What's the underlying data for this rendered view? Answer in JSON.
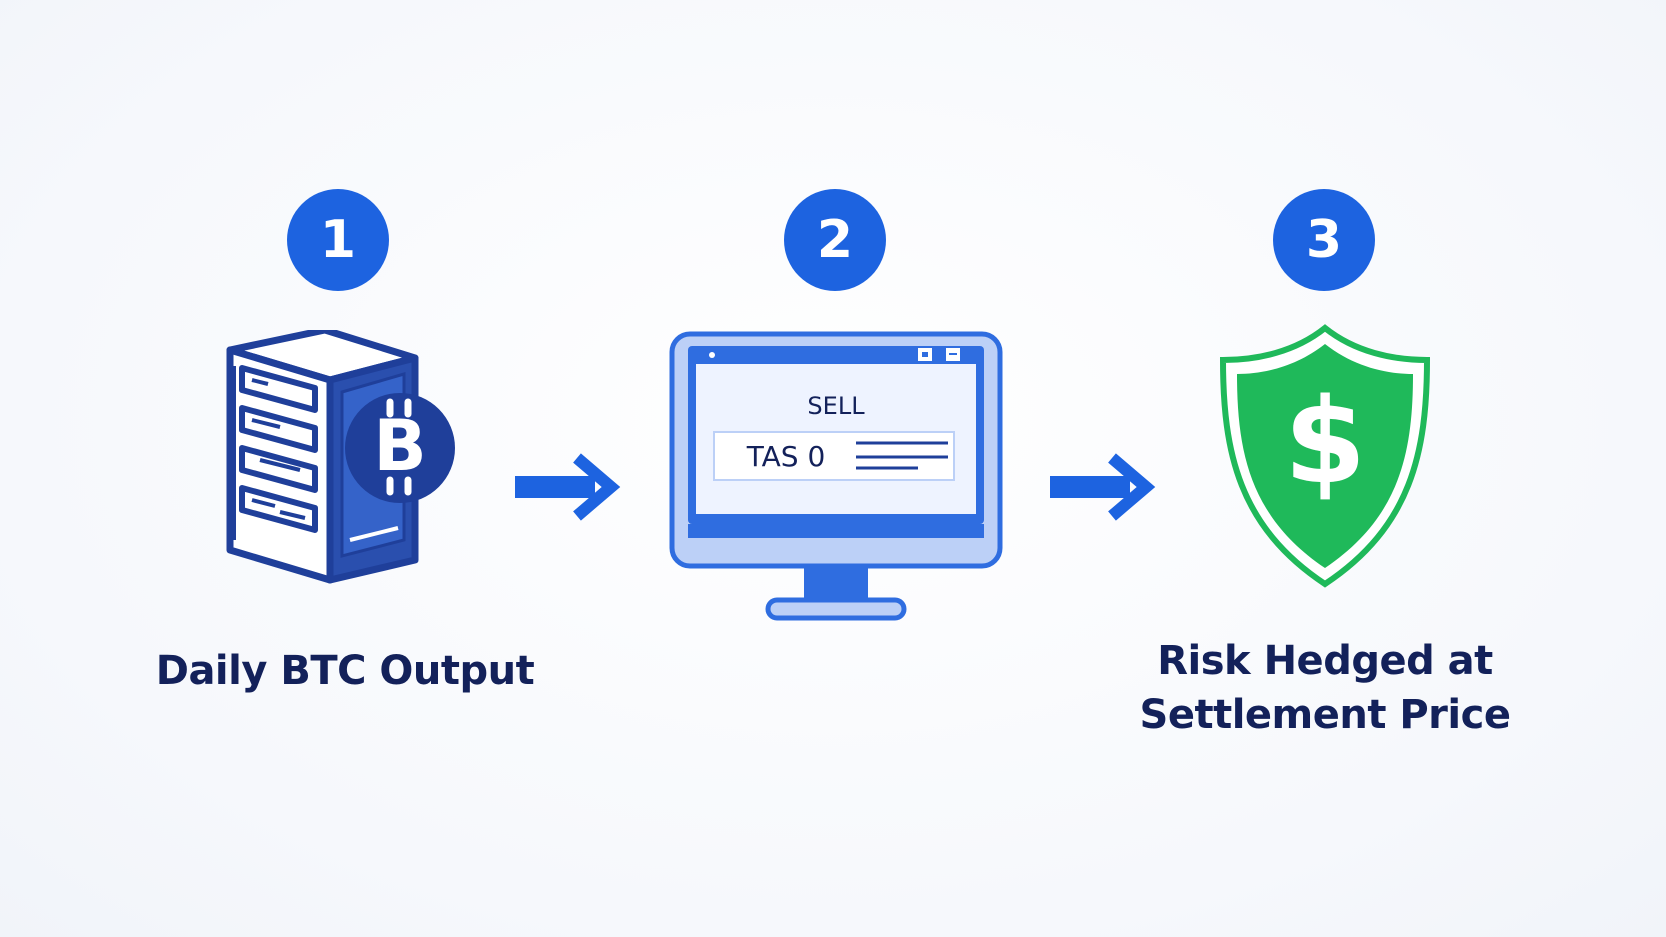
{
  "steps": [
    {
      "number": "1",
      "icon": "bitcoin-miner-icon",
      "label": "Daily BTC Output"
    },
    {
      "number": "2",
      "icon": "trading-monitor-icon",
      "screen": {
        "heading": "SELL",
        "order_text": "TAS 0"
      }
    },
    {
      "number": "3",
      "icon": "dollar-shield-icon",
      "label_lines": [
        "Risk Hedged at",
        "Settlement Price"
      ]
    }
  ],
  "colors": {
    "primary_blue": "#1d63e0",
    "dark_navy": "#13215a",
    "icon_navy": "#1f3f9a",
    "shield_green": "#1fb95a",
    "screen_bg": "#eef3ff",
    "light_blue": "#bcd0f7"
  }
}
